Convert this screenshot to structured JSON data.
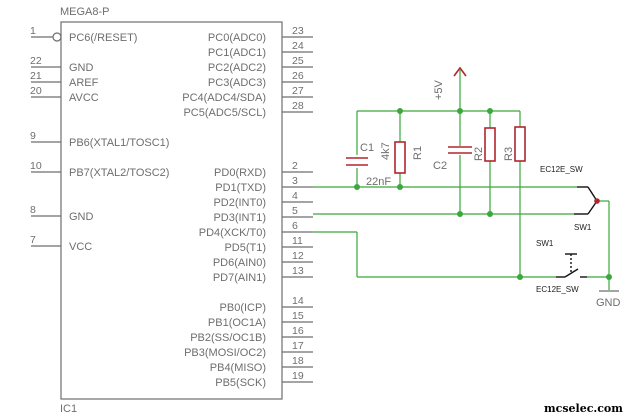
{
  "ic": {
    "part": "MEGA8-P",
    "ref": "IC1",
    "left_pins": [
      {
        "num": "1",
        "name": "PC6(/RESET)"
      },
      {
        "num": "22",
        "name": "GND"
      },
      {
        "num": "21",
        "name": "AREF"
      },
      {
        "num": "20",
        "name": "AVCC"
      },
      {
        "num": "9",
        "name": "PB6(XTAL1/TOSC1)"
      },
      {
        "num": "10",
        "name": "PB7(XTAL2/TOSC2)"
      },
      {
        "num": "8",
        "name": "GND"
      },
      {
        "num": "7",
        "name": "VCC"
      }
    ],
    "right_pins": [
      {
        "num": "23",
        "name": "PC0(ADC0)"
      },
      {
        "num": "24",
        "name": "PC1(ADC1)"
      },
      {
        "num": "25",
        "name": "PC2(ADC2)"
      },
      {
        "num": "26",
        "name": "PC3(ADC3)"
      },
      {
        "num": "27",
        "name": "PC4(ADC4/SDA)"
      },
      {
        "num": "28",
        "name": "PC5(ADC5/SCL)"
      },
      {
        "num": "2",
        "name": "PD0(RXD)"
      },
      {
        "num": "3",
        "name": "PD1(TXD)"
      },
      {
        "num": "4",
        "name": "PD2(INT0)"
      },
      {
        "num": "5",
        "name": "PD3(INT1)"
      },
      {
        "num": "6",
        "name": "PD4(XCK/T0)"
      },
      {
        "num": "11",
        "name": "PD5(T1)"
      },
      {
        "num": "12",
        "name": "PD6(AIN0)"
      },
      {
        "num": "13",
        "name": "PD7(AIN1)"
      },
      {
        "num": "14",
        "name": "PB0(ICP)"
      },
      {
        "num": "15",
        "name": "PB1(OC1A)"
      },
      {
        "num": "16",
        "name": "PB2(SS/OC1B)"
      },
      {
        "num": "17",
        "name": "PB3(MOSI/OC2)"
      },
      {
        "num": "18",
        "name": "PB4(MISO)"
      },
      {
        "num": "19",
        "name": "PB5(SCK)"
      }
    ]
  },
  "components": {
    "power_label": "+5V",
    "ground_label": "GND",
    "c1_name": "C1",
    "c1_value": "22nF",
    "r1_name": "R1",
    "r1_value": "4k7",
    "c2_name": "C2",
    "r2_name": "R2",
    "r3_name": "R3",
    "sw_top_part": "EC12E_SW",
    "sw_top_name": "SW1",
    "sw_bottom_name": "SW1",
    "sw_bottom_part": "EC12E_SW"
  },
  "watermark": "mcselec.com",
  "colors": {
    "wire": "#3aa83a",
    "component": "#b0262c",
    "symbol": "#6e6e6e"
  }
}
